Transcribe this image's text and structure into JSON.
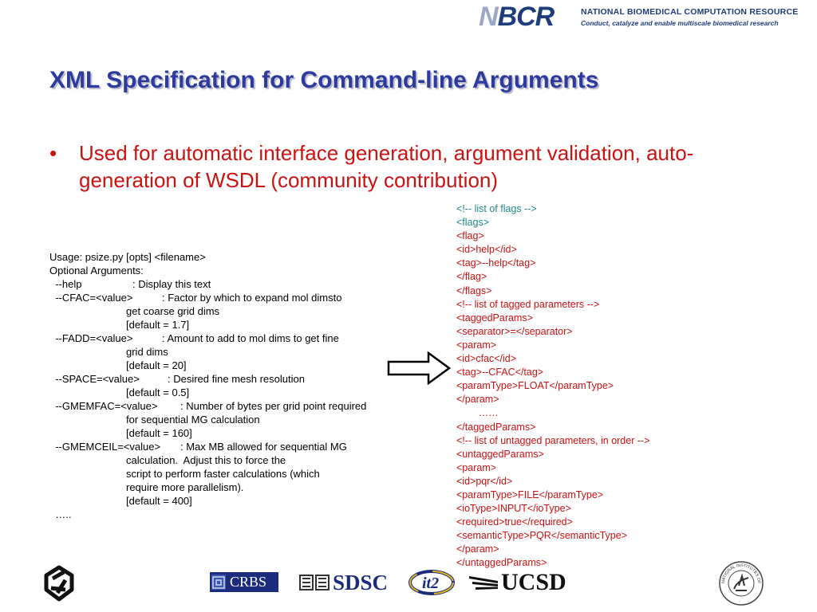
{
  "header": {
    "logo_mark_light": "N",
    "logo_mark_dark": "BCR",
    "org_name": "NATIONAL BIOMEDICAL COMPUTATION RESOURCE",
    "org_tagline": "Conduct, catalyze and enable multiscale biomedical research"
  },
  "title": "XML Specification for Command-line Arguments",
  "bullet": {
    "dot": "•",
    "text": "Used for automatic interface generation, argument validation, auto-generation of WSDL (community contribution)"
  },
  "usage_lines": [
    [
      "Usage: psize.py [opts] <filename>",
      ""
    ],
    [
      "Optional Arguments:",
      ""
    ],
    [
      "  --help",
      ": Display this text"
    ],
    [
      "  --CFAC=<value>",
      ": Factor by which to expand mol dimsto"
    ],
    [
      "",
      "get coarse grid dims"
    ],
    [
      "",
      "[default = 1.7]"
    ],
    [
      "  --FADD=<value>",
      ": Amount to add to mol dims to get fine"
    ],
    [
      "",
      "grid dims"
    ],
    [
      "",
      "[default = 20]"
    ],
    [
      "  --SPACE=<value>",
      ": Desired fine mesh resolution"
    ],
    [
      "",
      "[default = 0.5]"
    ],
    [
      "  --GMEMFAC=<value>",
      ": Number of bytes per grid point required"
    ],
    [
      "",
      "for sequential MG calculation"
    ],
    [
      "",
      "[default = 160]"
    ],
    [
      "  --GMEMCEIL=<value>",
      ": Max MB allowed for sequential MG"
    ],
    [
      "",
      "calculation.  Adjust this to force the"
    ],
    [
      "",
      "script to perform faster calculations (which"
    ],
    [
      "",
      "require more parallelism)."
    ],
    [
      "",
      "[default = 400]"
    ],
    [
      "  …..",
      ""
    ]
  ],
  "xml_lines": [
    {
      "text": "<!-- list of flags -->",
      "style": "teal"
    },
    {
      "text": "<flags>",
      "style": "teal"
    },
    {
      "text": "<flag>",
      "style": "red"
    },
    {
      "text": "<id>help</id>",
      "style": "red"
    },
    {
      "text": "<tag>--help</tag>",
      "style": "red"
    },
    {
      "text": "</flag>",
      "style": "red"
    },
    {
      "text": "</flags>",
      "style": "red"
    },
    {
      "text": "<!-- list of tagged parameters -->",
      "style": "red"
    },
    {
      "text": "<taggedParams>",
      "style": "red"
    },
    {
      "text": "<separator>=</separator>",
      "style": "red"
    },
    {
      "text": "<param>",
      "style": "red"
    },
    {
      "text": "<id>cfac</id>",
      "style": "red"
    },
    {
      "text": "<tag>--CFAC</tag>",
      "style": "red"
    },
    {
      "text": "<paramType>FLOAT</paramType>",
      "style": "red"
    },
    {
      "text": "</param>",
      "style": "red"
    },
    {
      "text": "        ……",
      "style": "red"
    },
    {
      "text": "</taggedParams>",
      "style": "red"
    },
    {
      "text": "<!-- list of untagged parameters, in order -->",
      "style": "red"
    },
    {
      "text": "<untaggedParams>",
      "style": "red"
    },
    {
      "text": "<param>",
      "style": "red"
    },
    {
      "text": "<id>pqr</id>",
      "style": "red"
    },
    {
      "text": "<paramType>FILE</paramType>",
      "style": "red"
    },
    {
      "text": "<ioType>INPUT</ioType>",
      "style": "red"
    },
    {
      "text": "<required>true</required>",
      "style": "red"
    },
    {
      "text": "<semanticType>PQR</semanticType>",
      "style": "red"
    },
    {
      "text": "</param>",
      "style": "red"
    },
    {
      "text": "</untaggedParams>",
      "style": "red"
    }
  ],
  "footer": {
    "crbs_label": "CRBS",
    "sdsc_label": "SDSC",
    "it2_label": "it2",
    "ucsd_label": "UCSD",
    "nih_label": "NATIONAL INSTITUTES OF HEALTH"
  },
  "colors": {
    "title": "#2b3c9e",
    "bullet": "#cc1111",
    "xml_red": "#cc1111",
    "xml_teal": "#1f8a8a",
    "logo_navy": "#1b2c7c"
  }
}
